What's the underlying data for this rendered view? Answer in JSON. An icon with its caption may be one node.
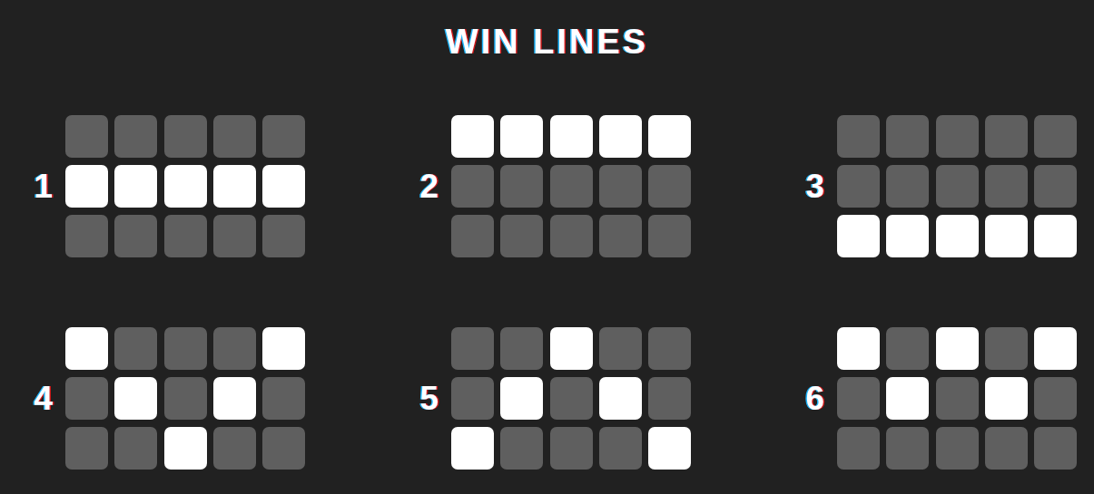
{
  "diagram": {
    "title": "WIN LINES",
    "labels": [
      "1",
      "2",
      "3",
      "4",
      "5",
      "6"
    ]
  }
}
